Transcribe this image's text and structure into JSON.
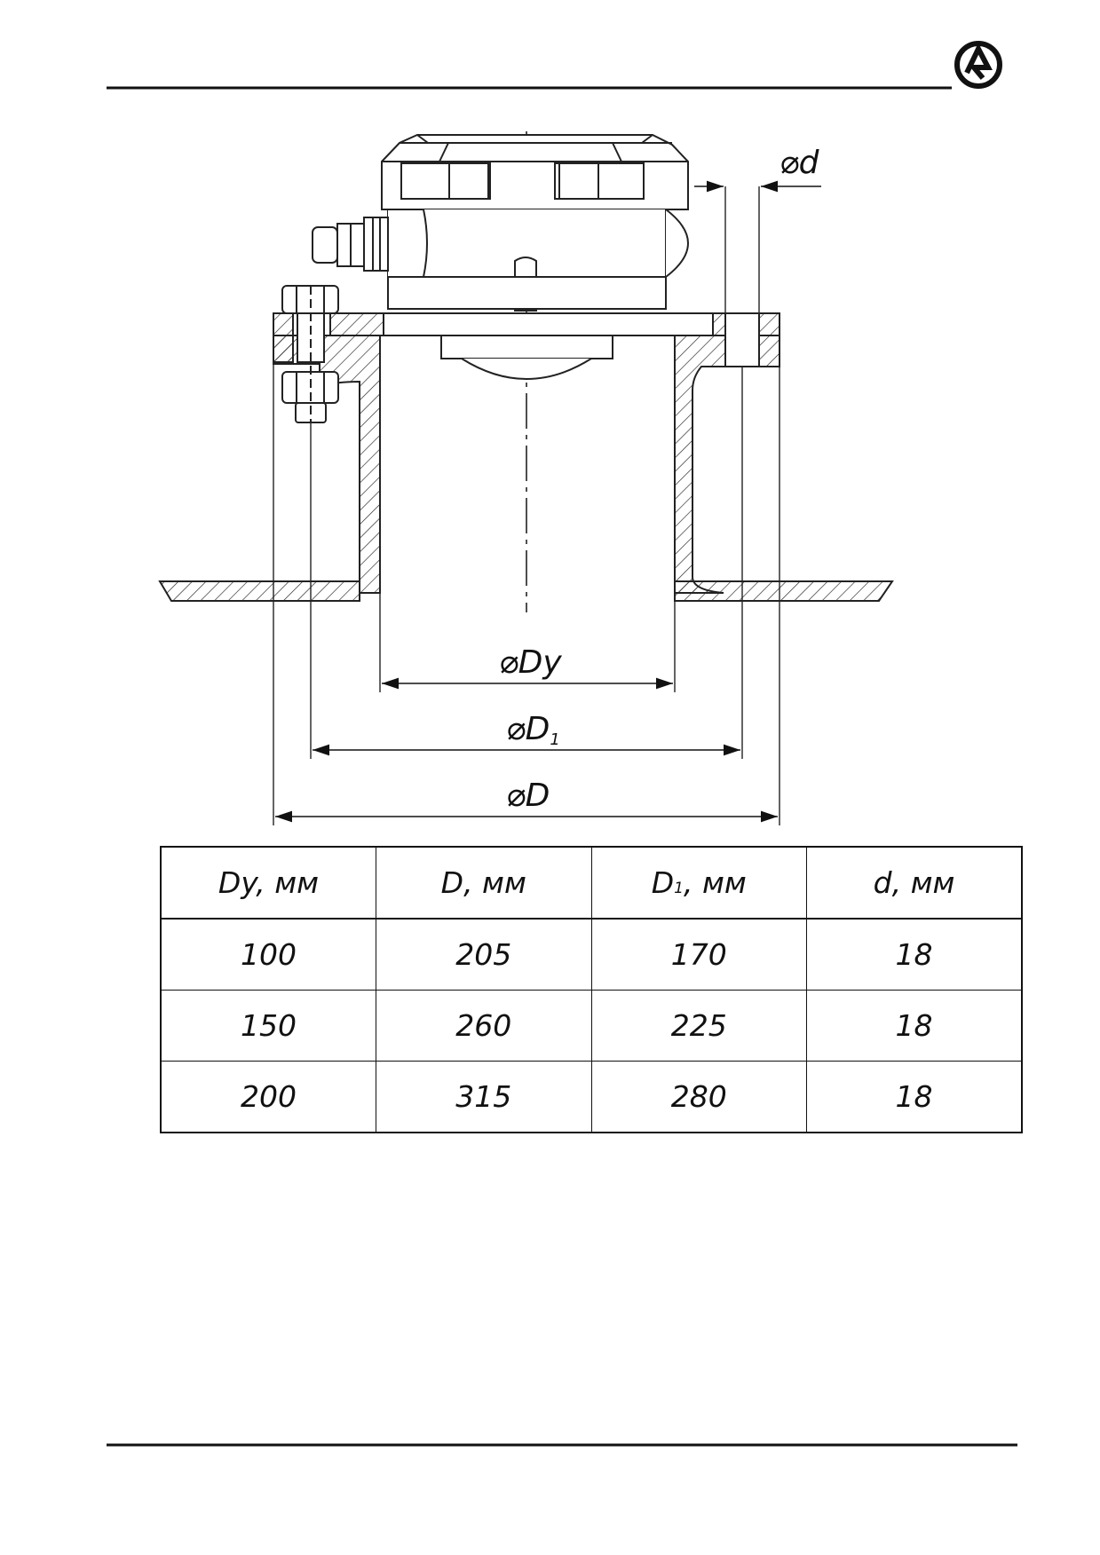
{
  "dimensions": {
    "d_hole": "⌀d",
    "Dy": "⌀Dy",
    "D1_main": "⌀D",
    "D1_sub": "1",
    "D": "⌀D"
  },
  "table": {
    "headers": [
      {
        "main": "Dy, мм",
        "sub": "",
        "rest": ""
      },
      {
        "main": "D, мм",
        "sub": "",
        "rest": ""
      },
      {
        "main": "D",
        "sub": "1",
        "rest": ", мм"
      },
      {
        "main": "d, мм",
        "sub": "",
        "rest": ""
      }
    ],
    "rows": [
      [
        "100",
        "205",
        "170",
        "18"
      ],
      [
        "150",
        "260",
        "225",
        "18"
      ],
      [
        "200",
        "315",
        "280",
        "18"
      ]
    ]
  }
}
